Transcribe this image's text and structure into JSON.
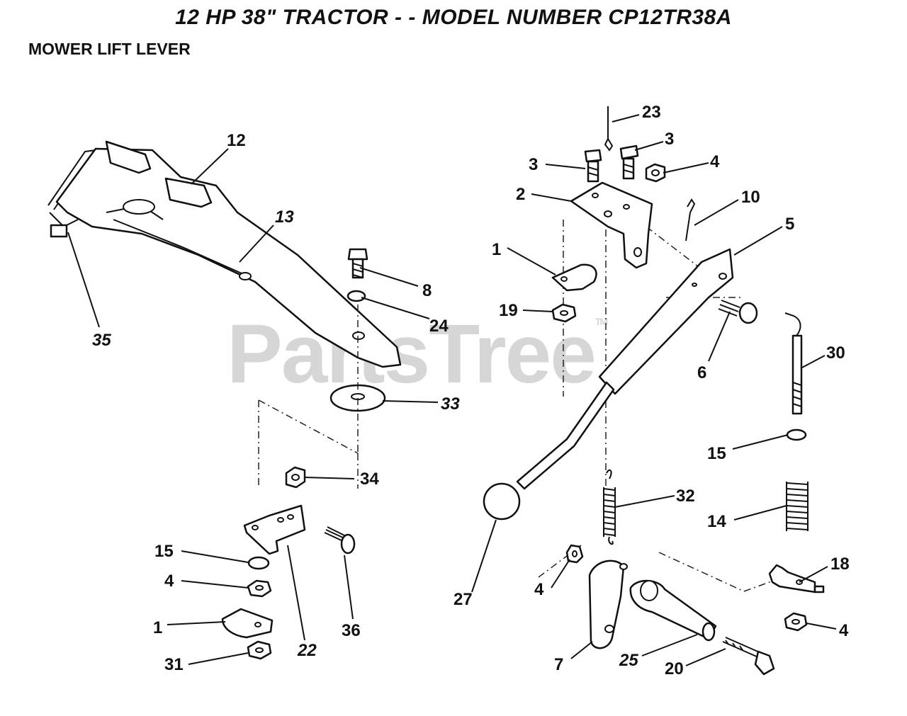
{
  "header": {
    "title": "12 HP 38\" TRACTOR - - MODEL NUMBER CP12TR38A",
    "subtitle": "MOWER LIFT LEVER"
  },
  "watermark": {
    "text": "PartsTree",
    "mark": "TM"
  },
  "callouts": {
    "c12": "12",
    "c13": "13",
    "c35": "35",
    "c8": "8",
    "c24": "24",
    "c33": "33",
    "c34": "34",
    "c15a": "15",
    "c4a": "4",
    "c1a": "1",
    "c31": "31",
    "c22": "22",
    "c36": "36",
    "c23": "23",
    "c3a": "3",
    "c3b": "3",
    "c4b": "4",
    "c2": "2",
    "c10": "10",
    "c5": "5",
    "c1b": "1",
    "c19": "19",
    "c6": "6",
    "c30": "30",
    "c15b": "15",
    "c32": "32",
    "c14": "14",
    "c27": "27",
    "c4c": "4",
    "c18": "18",
    "c4d": "4",
    "c7": "7",
    "c25": "25",
    "c20": "20"
  },
  "colors": {
    "line": "#111111",
    "watermark": "#d6d6d6",
    "background": "#ffffff"
  }
}
